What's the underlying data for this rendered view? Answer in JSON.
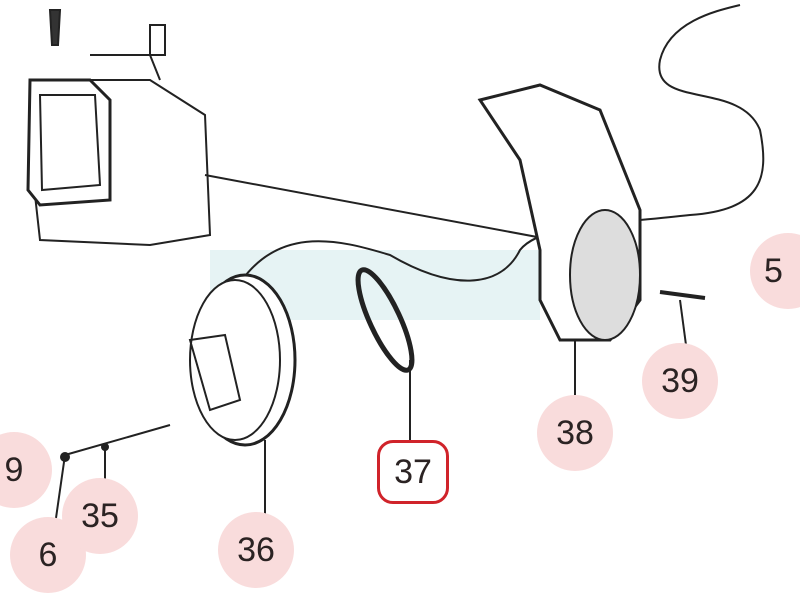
{
  "diagram": {
    "callouts": [
      {
        "id": "9",
        "label": "9"
      },
      {
        "id": "6",
        "label": "6"
      },
      {
        "id": "35",
        "label": "35"
      },
      {
        "id": "36",
        "label": "36"
      },
      {
        "id": "37",
        "label": "37",
        "selected": true
      },
      {
        "id": "38",
        "label": "38"
      },
      {
        "id": "39",
        "label": "39"
      },
      {
        "id": "5",
        "label": "5"
      }
    ],
    "colors": {
      "callout_bg": "#f9dcdc",
      "selected_border": "#d0232a",
      "line": "#222222"
    }
  }
}
